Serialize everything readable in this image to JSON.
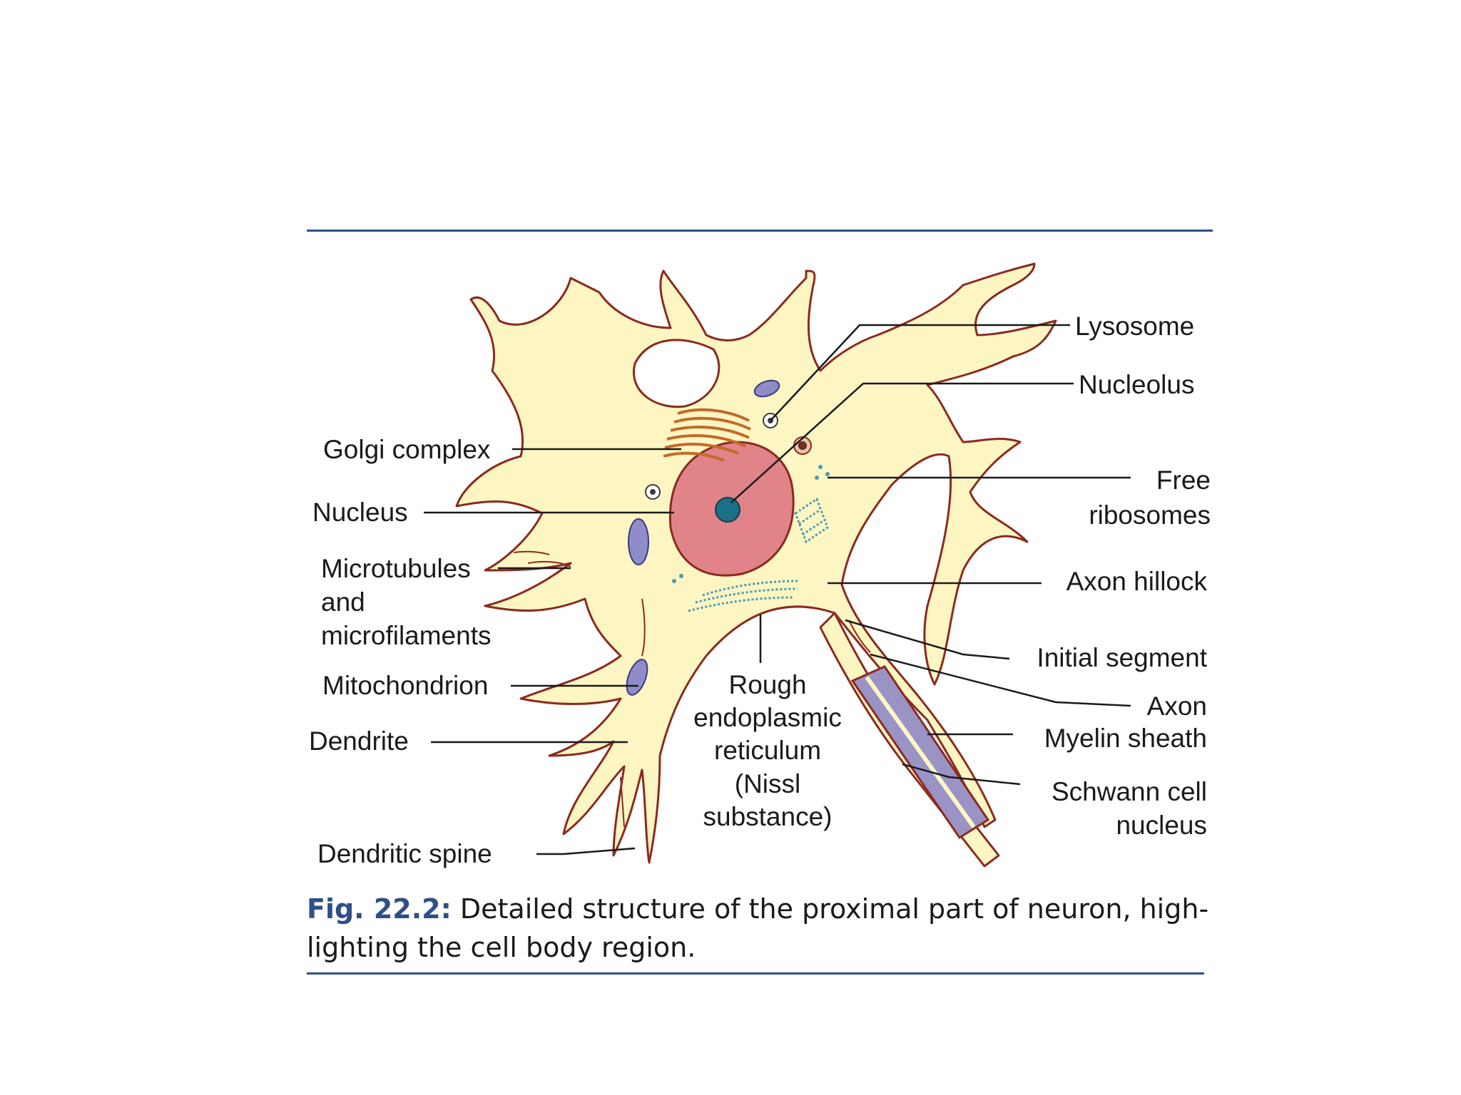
{
  "labels": {
    "lysosome": "Lysosome",
    "nucleolus": "Nucleolus",
    "free_ribosomes_1": "Free",
    "free_ribosomes_2": "ribosomes",
    "axon_hillock": "Axon hillock",
    "initial_segment": "Initial segment",
    "axon": "Axon",
    "myelin_sheath": "Myelin sheath",
    "schwann_1": "Schwann cell",
    "schwann_2": "nucleus",
    "golgi": "Golgi complex",
    "nucleus": "Nucleus",
    "micro_1": "Microtubules",
    "micro_2": "and",
    "micro_3": "microfilaments",
    "mitochondrion": "Mitochondrion",
    "dendrite": "Dendrite",
    "dendritic_spine": "Dendritic spine",
    "rer_1": "Rough",
    "rer_2": "endoplasmic",
    "rer_3": "reticulum",
    "rer_4": "(Nissl",
    "rer_5": "substance)"
  },
  "caption": {
    "fig": "Fig. 22.2:",
    "text": " Detailed structure of the proximal part of neuron, high-lighting the cell body region."
  },
  "colors": {
    "cytoplasm": "#fdf6c3",
    "membrane": "#8b2a1e",
    "nucleus": "#e0848a",
    "nucleolus": "#1b6f86",
    "mitochondria": "#8f8cc9",
    "myelin": "#9a93c6",
    "rule": "#2f4f86"
  }
}
